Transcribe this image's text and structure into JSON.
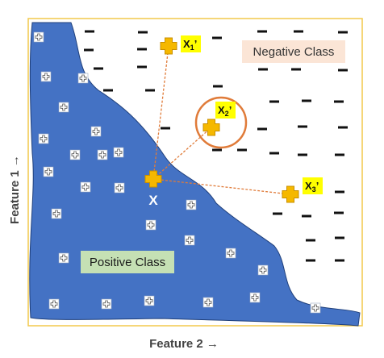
{
  "classes": {
    "negative_label": "Negative Class",
    "positive_label": "Positive Class"
  },
  "axes": {
    "x_label": "Feature 2 →",
    "y_label": "Feature 1 →"
  },
  "query_point": {
    "label": "X",
    "color": "#f5b800"
  },
  "neighbors": [
    {
      "label": "X",
      "sub": "1",
      "prime": "’"
    },
    {
      "label": "X",
      "sub": "2",
      "prime": "’"
    },
    {
      "label": "X",
      "sub": "3",
      "prime": "’"
    }
  ],
  "colors": {
    "positive_region": "#4472c4",
    "frame": "#f2c94c",
    "negative_label_bg": "#fbe5d6",
    "positive_label_bg": "#c5e0b4",
    "highlight": "#ffff00",
    "circle": "#e07b39",
    "connector": "#e07b39",
    "marker": "#f5b800"
  }
}
